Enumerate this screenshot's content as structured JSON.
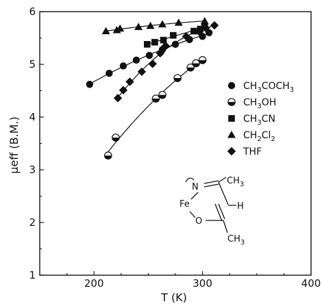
{
  "chart_data": {
    "type": "scatter",
    "title": "",
    "xlabel": "T (K)",
    "ylabel": "μeff (B.M.)",
    "xlim": [
      150,
      400
    ],
    "ylim": [
      1,
      6
    ],
    "x_ticks": [
      "200",
      "300",
      "400"
    ],
    "y_ticks": [
      "1",
      "2",
      "3",
      "4",
      "5",
      "6"
    ],
    "grid": false,
    "legend_position": "right",
    "series": [
      {
        "name": "CH3COCH3",
        "marker": "filled-circle",
        "x": [
          196,
          214,
          227,
          239,
          251,
          263,
          275,
          288,
          300,
          306
        ],
        "y": [
          4.62,
          4.83,
          4.97,
          5.08,
          5.17,
          5.28,
          5.38,
          5.47,
          5.53,
          5.6
        ]
      },
      {
        "name": "CH3OH",
        "marker": "half-filled-circle",
        "x": [
          213,
          220,
          257,
          263,
          277,
          289,
          294,
          300
        ],
        "y": [
          3.27,
          3.61,
          4.35,
          4.42,
          4.74,
          4.94,
          5.02,
          5.08
        ]
      },
      {
        "name": "CH3CN",
        "marker": "filled-square",
        "x": [
          249,
          256,
          264,
          273,
          292,
          298,
          302
        ],
        "y": [
          5.38,
          5.42,
          5.46,
          5.55,
          5.63,
          5.67,
          5.71
        ]
      },
      {
        "name": "CH2Cl2",
        "marker": "filled-triangle",
        "x": [
          211,
          221,
          224,
          241,
          252,
          263,
          278,
          302
        ],
        "y": [
          5.63,
          5.65,
          5.68,
          5.71,
          5.73,
          5.76,
          5.79,
          5.82
        ]
      },
      {
        "name": "THF",
        "marker": "filled-diamond",
        "x": [
          222,
          227,
          233,
          244,
          254,
          261,
          266,
          285,
          297,
          303,
          311
        ],
        "y": [
          4.36,
          4.51,
          4.67,
          4.86,
          5.01,
          5.21,
          5.35,
          5.53,
          5.62,
          5.69,
          5.74
        ]
      }
    ],
    "legend": [
      {
        "base": "CH",
        "s1": "3",
        "mid": "COCH",
        "s2": "3",
        "end": "",
        "marker": "filled-circle"
      },
      {
        "base": "CH",
        "s1": "3",
        "mid": "OH",
        "s2": "",
        "end": "",
        "marker": "half-filled-circle"
      },
      {
        "base": "CH",
        "s1": "3",
        "mid": "CN",
        "s2": "",
        "end": "",
        "marker": "filled-square"
      },
      {
        "base": "CH",
        "s1": "2",
        "mid": "Cl",
        "s2": "2",
        "end": "",
        "marker": "filled-triangle"
      },
      {
        "base": "THF",
        "s1": "",
        "mid": "",
        "s2": "",
        "end": "",
        "marker": "filled-diamond"
      }
    ]
  },
  "structure_labels": {
    "n": "N",
    "fe": "Fe",
    "o": "O",
    "h": "H",
    "ch3_top": "CH",
    "ch3_top_sub": "3",
    "ch3_bottom": "CH",
    "ch3_bottom_sub": "3"
  },
  "colors": {
    "ink": "#111111",
    "background": "#ffffff"
  }
}
